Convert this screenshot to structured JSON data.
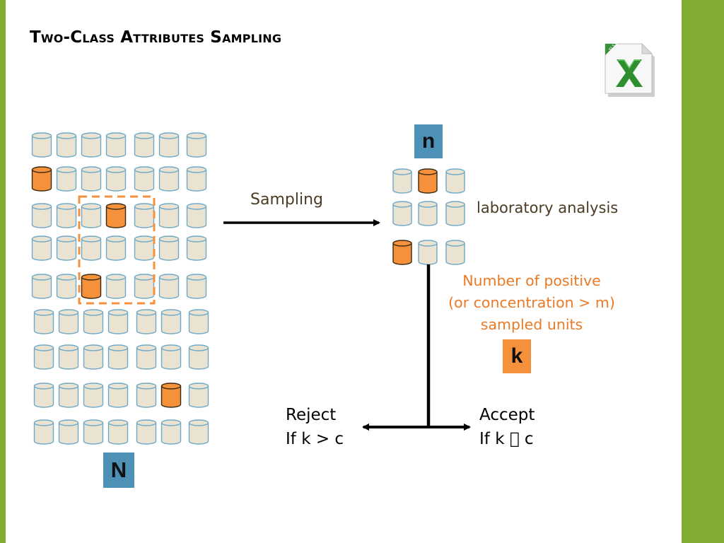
{
  "slide": {
    "title": "Two-Class Attributes Sampling",
    "colors": {
      "accent_bar": "#82ad32",
      "sample_box": "#4d91b6",
      "positive": "#f4913a",
      "unit_fill": "#ebe3d1",
      "unit_stroke": "#6da9c9"
    }
  },
  "icon": {
    "name": "excel-xlsx-file-icon",
    "label": "XLSX"
  },
  "diagram": {
    "population_label": "N",
    "sample_label": "n",
    "count_label": "k",
    "arrow_label": "Sampling",
    "analysis_label": "laboratory analysis",
    "note_lines": [
      "Number of positive",
      "(or concentration > m)",
      "sampled units"
    ],
    "reject": {
      "title": "Reject",
      "rule": "If k > c"
    },
    "accept": {
      "title": "Accept",
      "rule": "If k  c"
    },
    "population": {
      "rows": 9,
      "columns": 7,
      "positive_units": [
        "row2-col1",
        "row3-col4",
        "row5-col3",
        "row8-col6"
      ]
    },
    "sample": {
      "rows": 3,
      "columns": 3,
      "positive_units": [
        "row1-col2",
        "row3-col1"
      ]
    }
  }
}
